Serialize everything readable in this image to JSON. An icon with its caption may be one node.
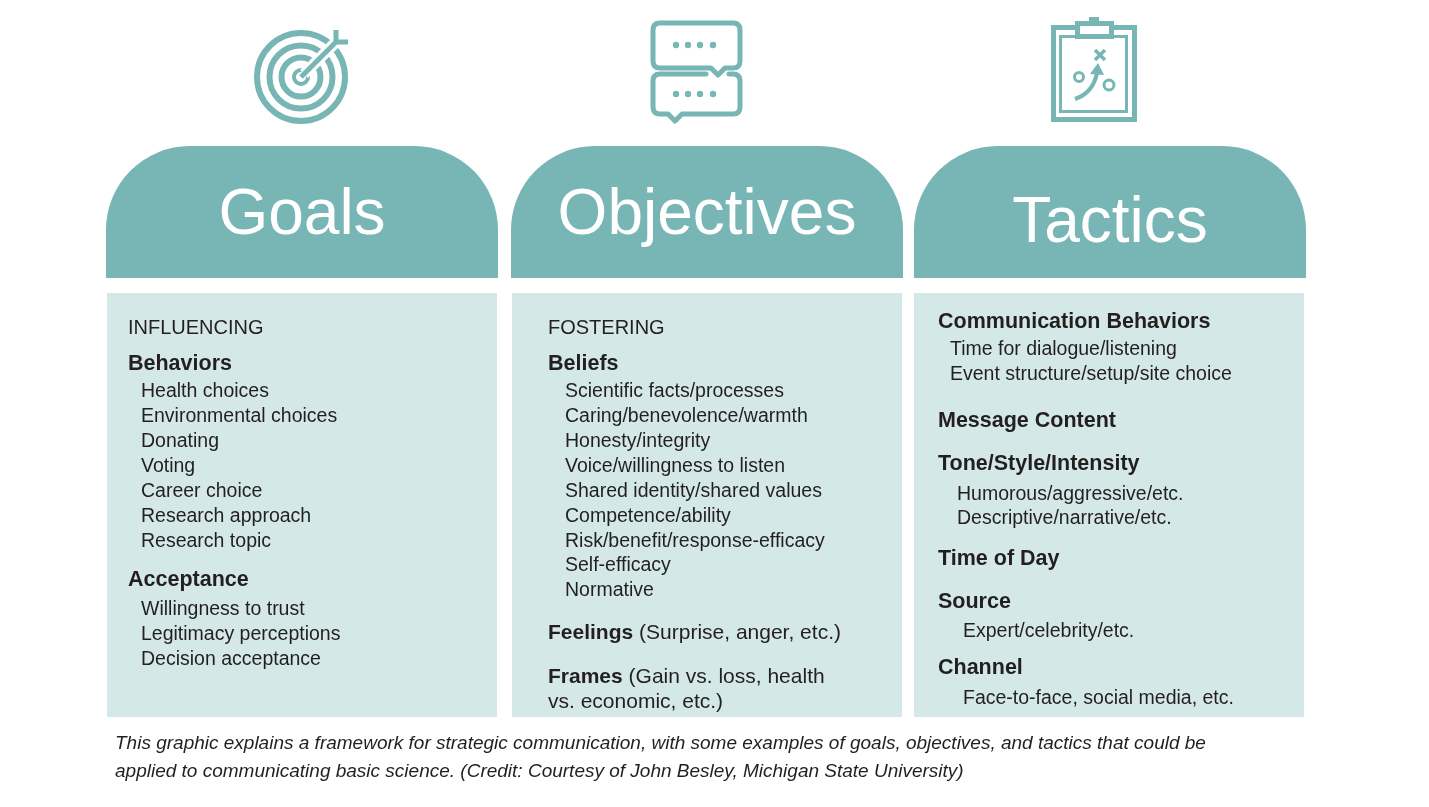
{
  "diagram": {
    "caption": "This graphic explains a framework for strategic communication, with some examples of goals, objectives, and tactics that could be applied to communicating basic science. (Credit: Courtesy of John Besley, Michigan State University)",
    "nodes": [
      {
        "text": [
          "Goals"
        ]
      },
      {
        "text": [
          "INFLUENCING",
          "Behaviors",
          "Health choices",
          "Environmental choices",
          "Donating",
          "Voting",
          "Career choice",
          "Research approach",
          "Research topic",
          "Acceptance",
          "Willingness to trust",
          "Legitimacy perceptions",
          "Decision acceptance"
        ]
      },
      {
        "text": [
          "Objectives"
        ]
      },
      {
        "text": [
          "FOSTERING",
          "Beliefs",
          "Scientific facts/processes",
          "Caring/benevolence/warmth",
          "Honesty/integrity",
          "Voice/willingness to listen",
          "Shared identity/shared values",
          "Competence/ability",
          "Risk/benefit/response-efficacy",
          "Self-efficacy",
          "Normative",
          "**Feelings** (Surprise, anger, etc.)",
          "**Frames** (Gain vs. loss, health vs. economic, etc.)"
        ]
      },
      {
        "text": [
          "Tactics"
        ]
      },
      {
        "text": [
          "Communication Behaviors",
          "Time for dialogue/listening",
          "Event structure/setup/site choice",
          "Message Content",
          "Tone/Style/Intensity",
          "Humorous/aggressive/etc.",
          "Descriptive/narrative/etc.",
          "Time of Day",
          "Source",
          "Expert/celebrity/etc.",
          "Channel",
          "Face-to-face, social media, etc."
        ]
      }
    ]
  }
}
